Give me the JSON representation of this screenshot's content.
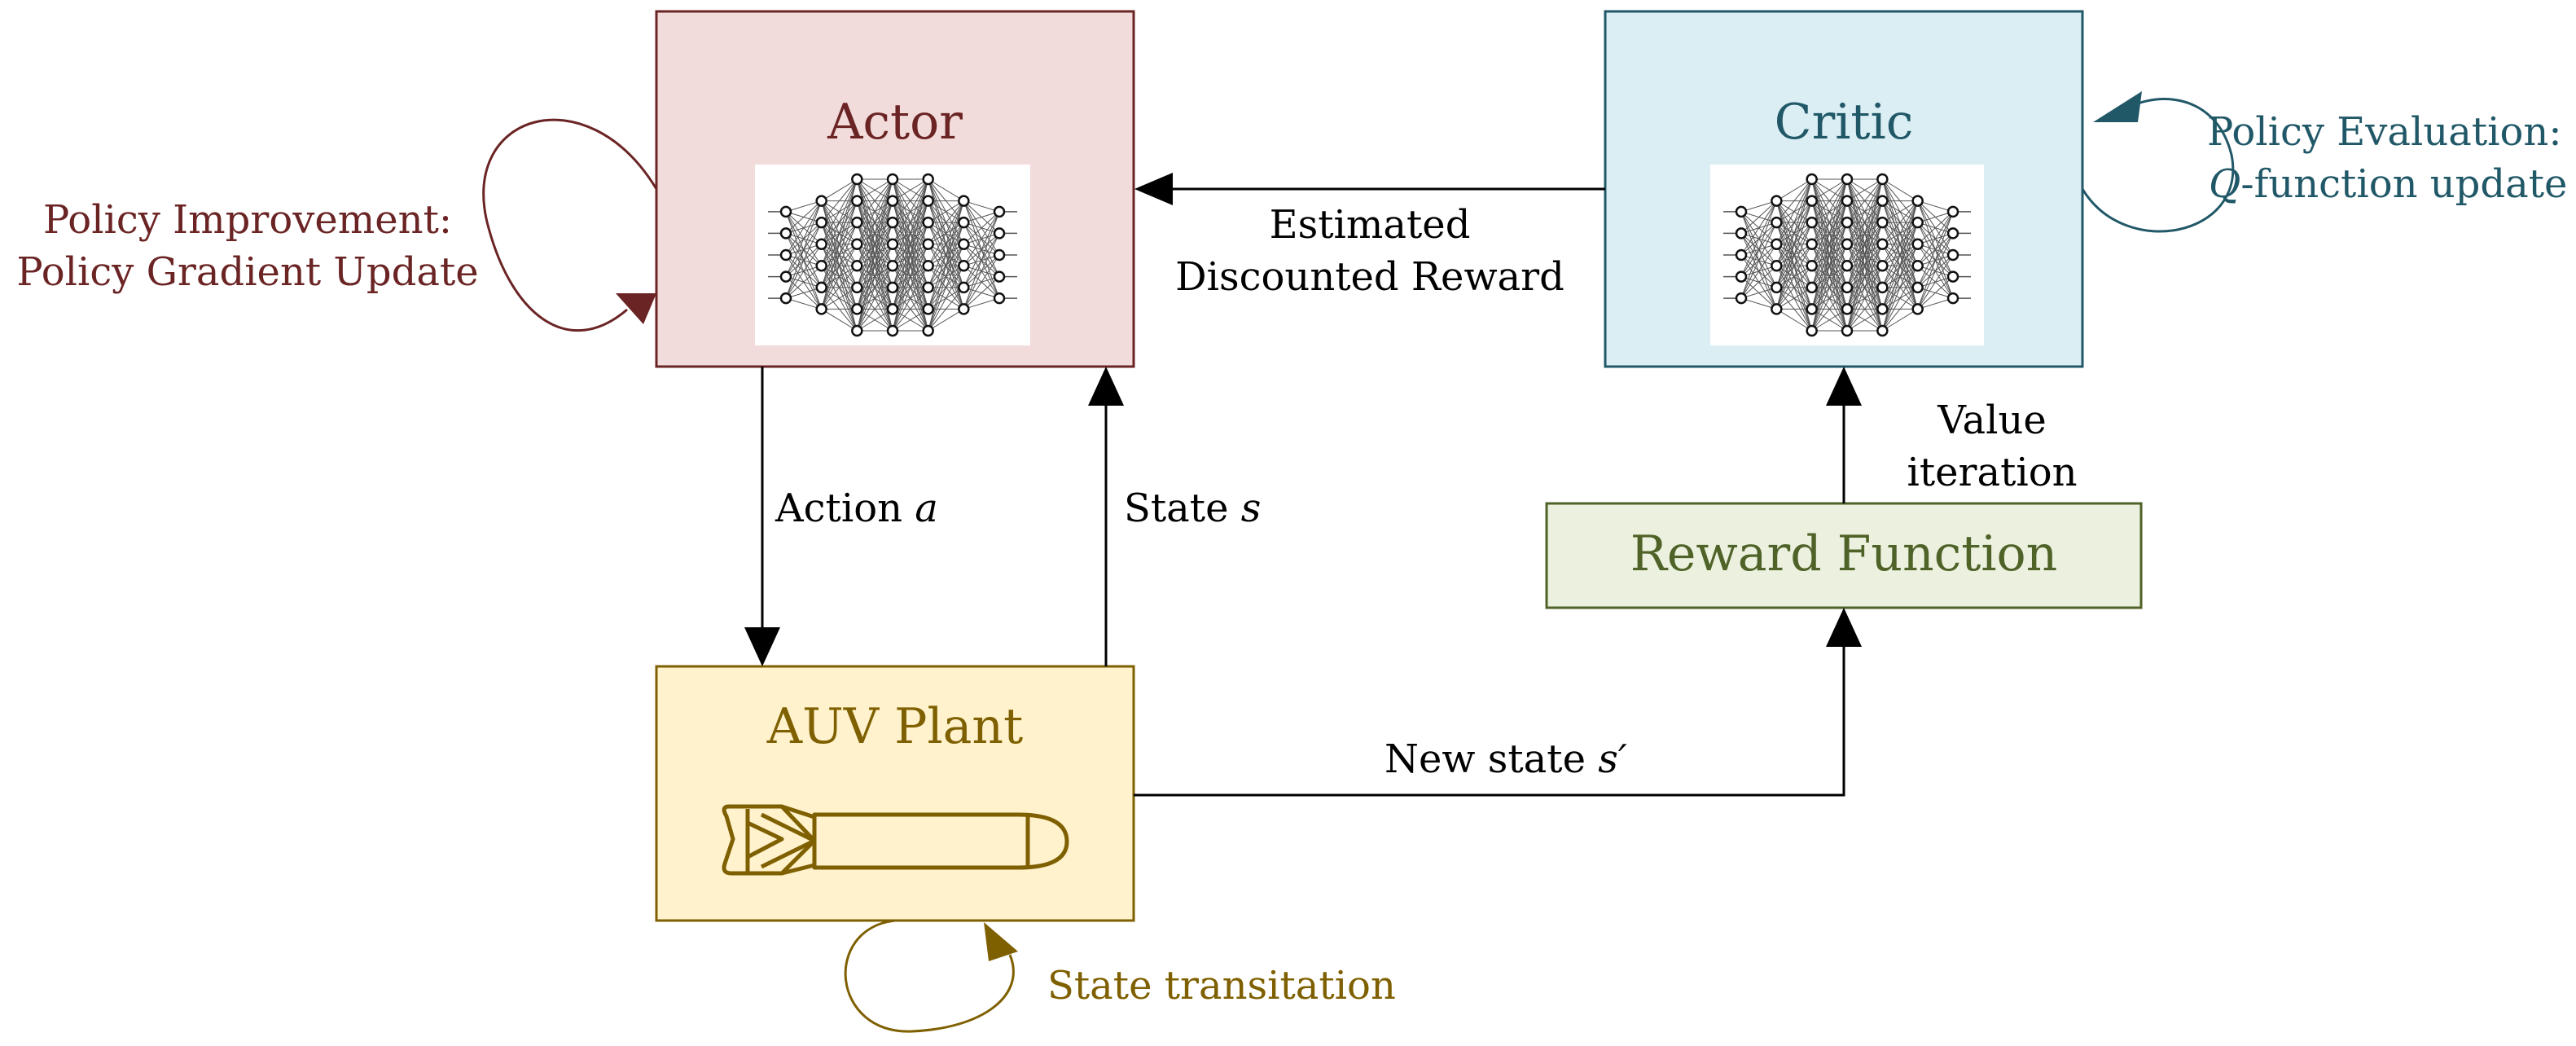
{
  "colors": {
    "actor_fill": "#f2dcdb",
    "actor_text": "#6b2424",
    "critic_fill": "#dbeef4",
    "critic_text": "#215868",
    "plant_fill": "#fff2cc",
    "plant_text": "#7f6000",
    "reward_fill": "#ebf1de",
    "reward_text": "#4f6228"
  },
  "actor": {
    "title": "Actor",
    "icon": "neural-network-icon"
  },
  "critic": {
    "title": "Critic",
    "icon": "neural-network-icon"
  },
  "plant": {
    "title": "AUV Plant",
    "icon": "auv-icon"
  },
  "reward": {
    "title": "Reward Function"
  },
  "edges": {
    "estimated_line1": "Estimated",
    "estimated_line2": "Discounted Reward",
    "action_text": "Action ",
    "action_var": "a",
    "state_text": "State ",
    "state_var": "s",
    "value_line1": "Value",
    "value_line2": "iteration",
    "new_state_text": "New state ",
    "new_state_var": "s′"
  },
  "loops": {
    "policy_improvement_line1": "Policy Improvement:",
    "policy_improvement_line2": "Policy Gradient Update",
    "policy_evaluation_line1": "Policy Evaluation:",
    "policy_evaluation_var": "Q",
    "policy_evaluation_line2": "-function update",
    "state_transition": "State transitation"
  }
}
